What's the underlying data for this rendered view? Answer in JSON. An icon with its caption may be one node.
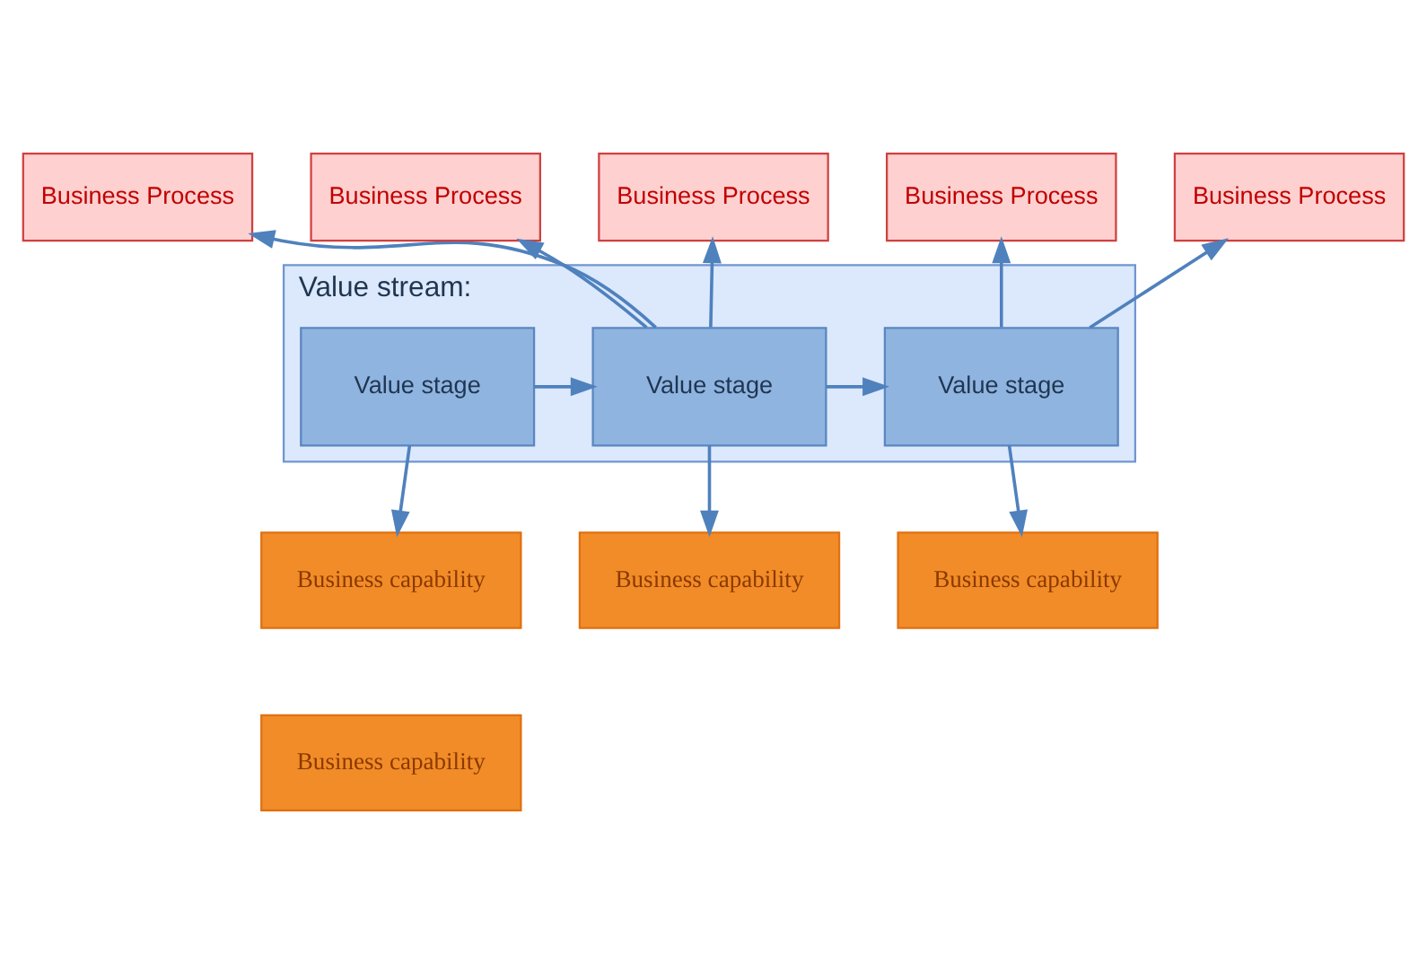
{
  "diagram": {
    "nodes": [
      {
        "text": [
          "Business Process"
        ]
      },
      {
        "text": [
          "Business Process"
        ]
      },
      {
        "text": [
          "Business Process"
        ]
      },
      {
        "text": [
          "Business Process"
        ]
      },
      {
        "text": [
          "Business Process"
        ]
      },
      {
        "text": [
          "Value stream:"
        ]
      },
      {
        "text": [
          "Value stage"
        ],
        "in": 5
      },
      {
        "text": [
          "Value stage"
        ],
        "in": 5
      },
      {
        "text": [
          "Value stage"
        ],
        "in": 5
      },
      {
        "text": [
          "Business capability"
        ]
      },
      {
        "text": [
          "Business capability"
        ]
      },
      {
        "text": [
          "Business capability"
        ]
      },
      {
        "text": [
          "Business capability"
        ]
      }
    ],
    "edges": [
      {
        "from": 6,
        "to": 7,
        "arrow": "to"
      },
      {
        "from": 7,
        "to": 8,
        "arrow": "to"
      },
      {
        "from": 7,
        "to": 0,
        "arrow": "to"
      },
      {
        "from": 7,
        "to": 1,
        "arrow": "to"
      },
      {
        "from": 7,
        "to": 2,
        "arrow": "to"
      },
      {
        "from": 8,
        "to": 3,
        "arrow": "to"
      },
      {
        "from": 8,
        "to": 4,
        "arrow": "to"
      },
      {
        "from": 6,
        "to": 9,
        "arrow": "to"
      },
      {
        "from": 7,
        "to": 11,
        "arrow": "to"
      },
      {
        "from": 8,
        "to": 12,
        "arrow": "to"
      }
    ]
  }
}
